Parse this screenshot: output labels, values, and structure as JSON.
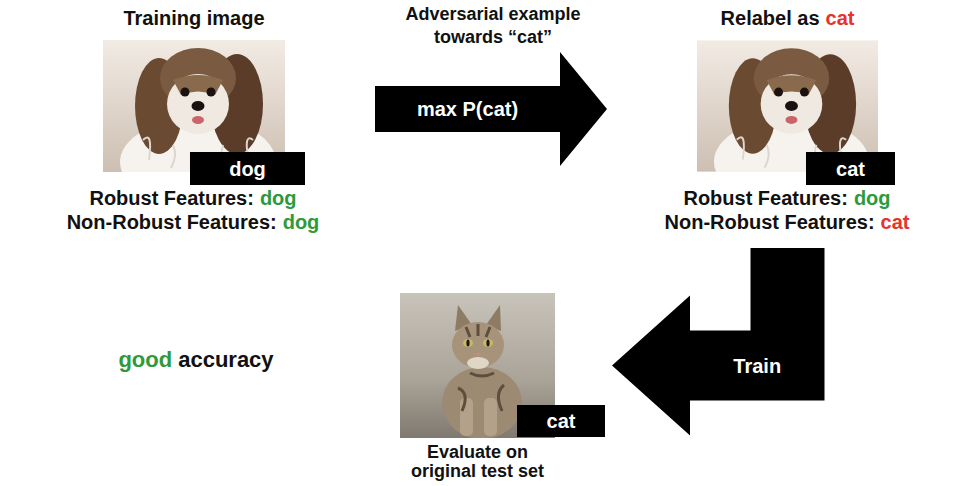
{
  "diagram": {
    "nodes": [
      {
        "text": [
          "Training image"
        ]
      },
      {
        "text": [
          "dog"
        ],
        "in": 0
      },
      {
        "text": [
          "Relabel as",
          "cat"
        ]
      },
      {
        "text": [
          "cat"
        ],
        "in": 2
      },
      {
        "text": [
          "Evaluate on original test set"
        ]
      },
      {
        "text": [
          "cat"
        ],
        "in": 4
      }
    ],
    "edges": [
      {
        "from": 0,
        "to": 2,
        "label": "max P(cat)",
        "arrow": "to"
      },
      {
        "from": 2,
        "to": 4,
        "label": "Train",
        "arrow": "to"
      }
    ],
    "labels": [
      "Adversarial example towards “cat”",
      "Robust Features:",
      "dog",
      "Non-Robust Features:",
      "dog",
      "Robust Features:",
      "dog",
      "Non-Robust Features:",
      "cat",
      "good",
      "accuracy"
    ]
  }
}
